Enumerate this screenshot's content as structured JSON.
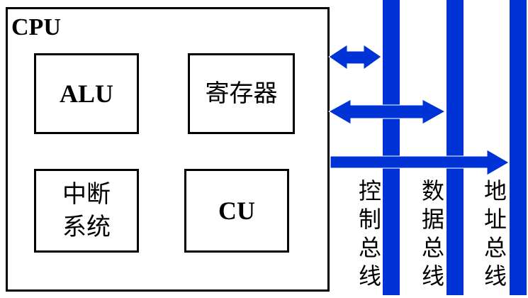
{
  "cpu": {
    "title": "CPU",
    "units": {
      "alu": "ALU",
      "registers": "寄存器",
      "interrupt_line1": "中断",
      "interrupt_line2": "系统",
      "cu": "CU"
    }
  },
  "buses": [
    {
      "name": "控制总线",
      "chars": [
        "控",
        "制",
        "总",
        "线"
      ],
      "arrow": "bidirectional"
    },
    {
      "name": "数据总线",
      "chars": [
        "数",
        "据",
        "总",
        "线"
      ],
      "arrow": "bidirectional"
    },
    {
      "name": "地址总线",
      "chars": [
        "地",
        "址",
        "总",
        "线"
      ],
      "arrow": "unidirectional"
    }
  ],
  "colors": {
    "bus": "#0033d6",
    "border": "#000000"
  }
}
